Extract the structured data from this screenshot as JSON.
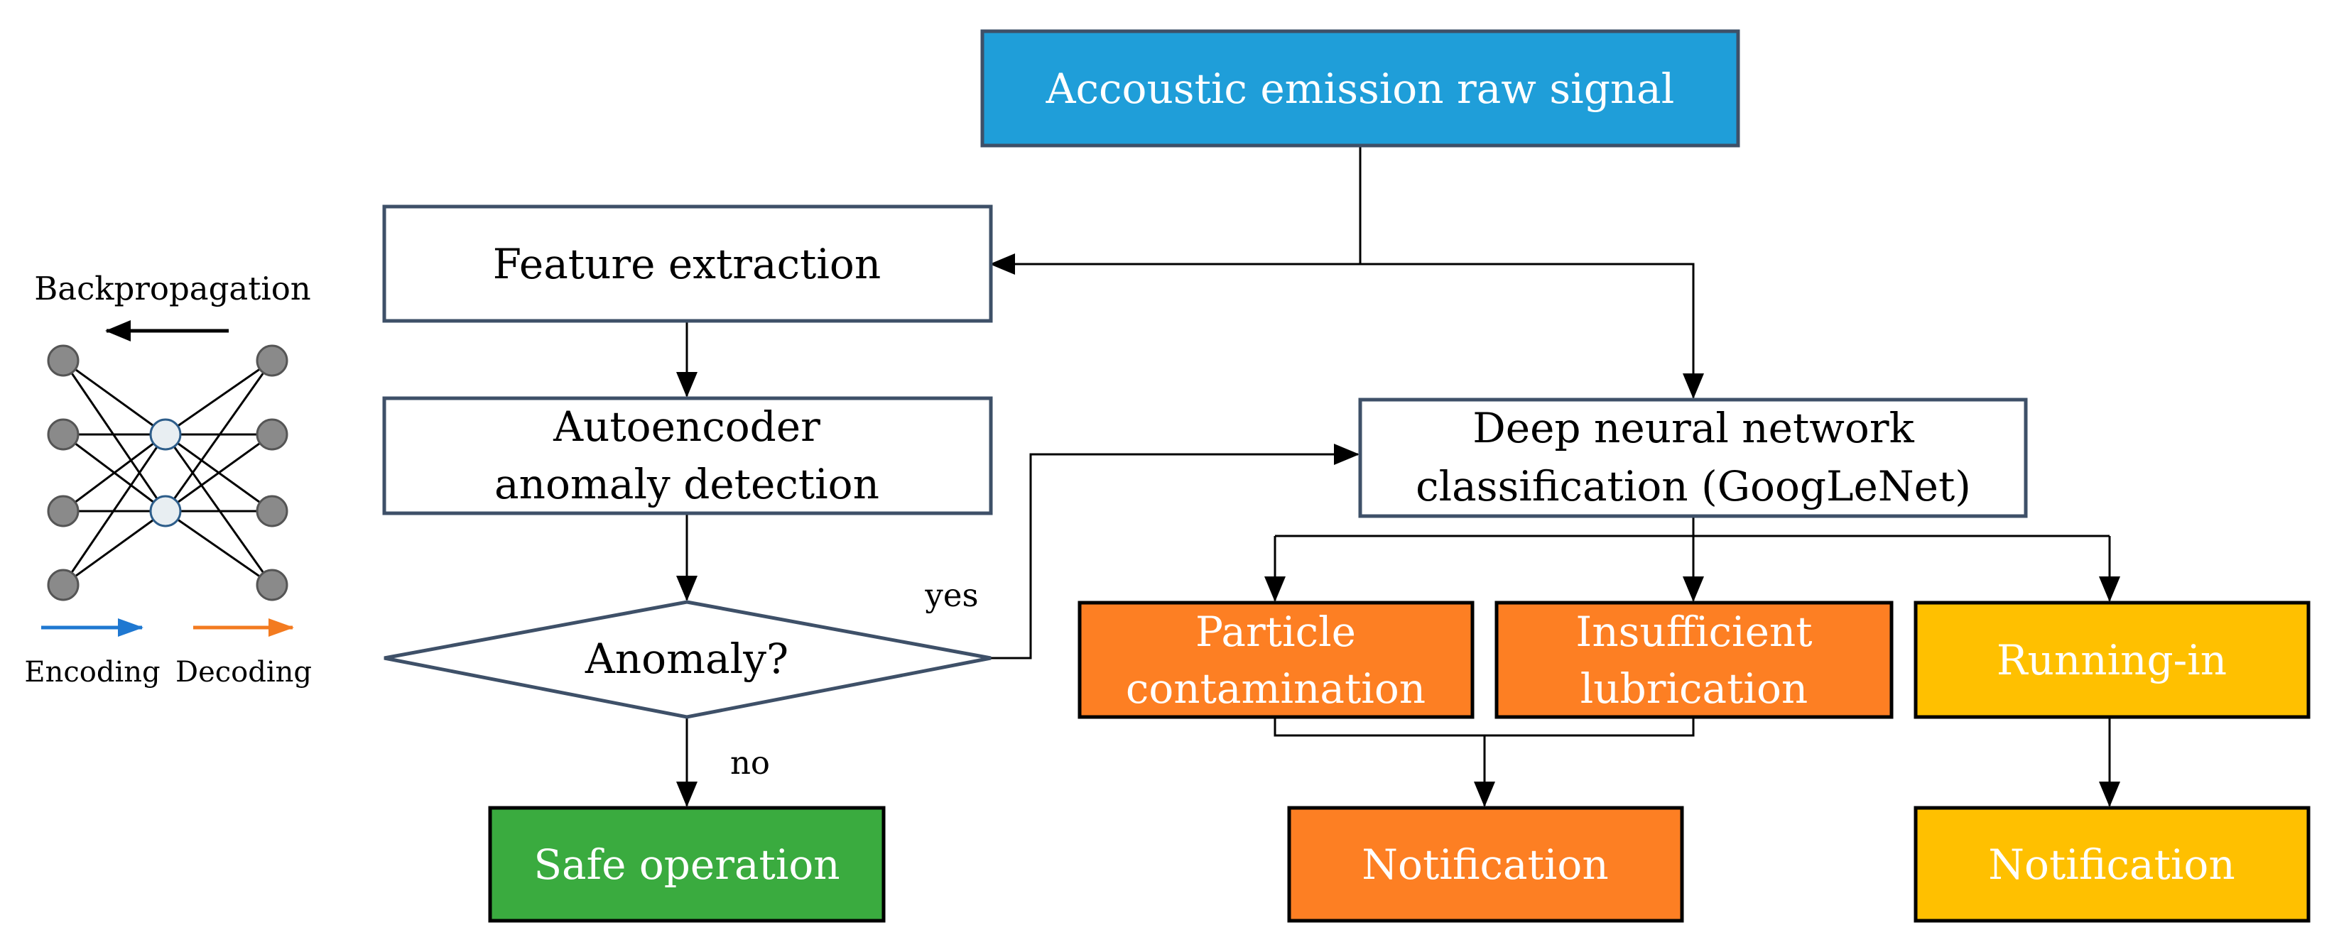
{
  "nodes": {
    "raw_signal": "Accoustic emission raw signal",
    "feature_extraction": "Feature extraction",
    "autoencoder_line1": "Autoencoder",
    "autoencoder_line2": "anomaly detection",
    "anomaly_decision": "Anomaly?",
    "dnn_line1": "Deep neural network",
    "dnn_line2": "classification (GoogLeNet)",
    "safe_operation": "Safe operation",
    "particle_line1": "Particle",
    "particle_line2": "contamination",
    "lubrication_line1": "Insufficient",
    "lubrication_line2": "lubrication",
    "running_in": "Running-in",
    "notification_faults": "Notification",
    "notification_running_in": "Notification"
  },
  "edge_labels": {
    "yes": "yes",
    "no": "no"
  },
  "autoencoder_inset": {
    "backpropagation": "Backpropagation",
    "encoding": "Encoding",
    "decoding": "Decoding"
  },
  "colors": {
    "blue_box": "#1f9ed9",
    "orange_box": "#fd7f23",
    "yellow_box": "#ffc000",
    "green_box": "#3aab3f",
    "outline": "#3e5068",
    "node_gray": "#8a8a8a",
    "node_light": "#e8eef2",
    "encoding_arrow": "#1f78d1",
    "decoding_arrow": "#f37b20"
  }
}
